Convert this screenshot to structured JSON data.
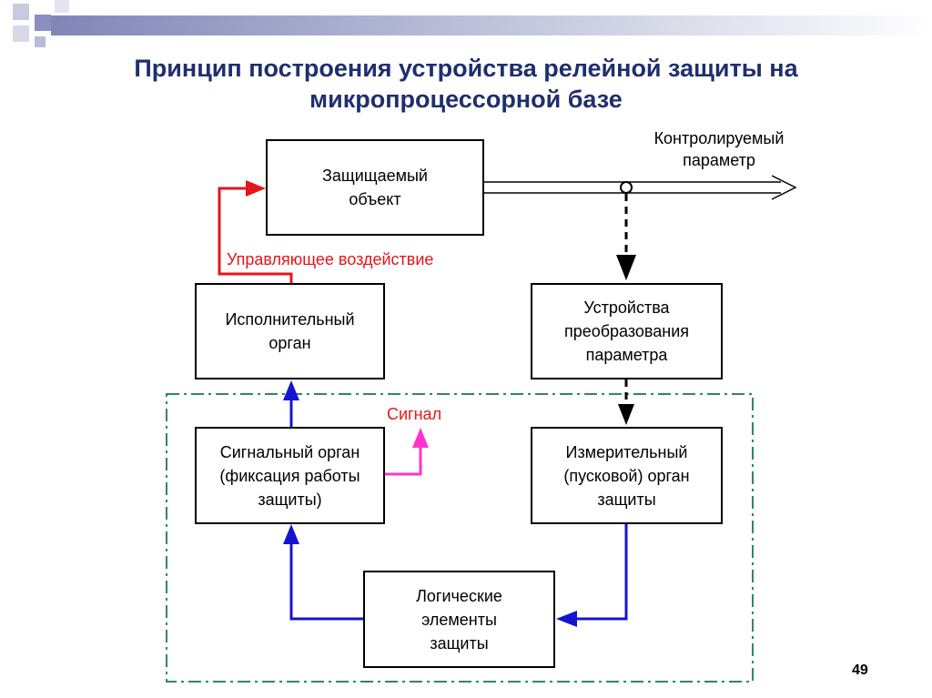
{
  "title": {
    "line1": "Принцип построения устройства релейной защиты на",
    "line2": "микропроцессорной базе"
  },
  "blocks": {
    "protected_object": {
      "line1": "Защищаемый",
      "line2": "объект"
    },
    "actuator": {
      "line1": "Исполнительный",
      "line2": "орган"
    },
    "converter": {
      "line1": "Устройства",
      "line2": "преобразования",
      "line3": "параметра"
    },
    "signal_organ": {
      "line1": "Сигнальный орган",
      "line2": "(фиксация работы",
      "line3": "защиты)"
    },
    "measuring_organ": {
      "line1": "Измерительный",
      "line2": "(пусковой) орган",
      "line3": "защиты"
    },
    "logic": {
      "line1": "Логические",
      "line2": "элементы",
      "line3": "защиты"
    }
  },
  "labels": {
    "controlled_param": {
      "line1": "Контролируемый",
      "line2": "параметр"
    },
    "control_action": "Управляющее воздействие",
    "signal": "Сигнал"
  },
  "colors": {
    "title": "#1f2f6e",
    "red": "#e8141b",
    "blue": "#1414d0",
    "magenta": "#ff33cc",
    "green_dash": "#2e8b57"
  },
  "page_number": "49"
}
